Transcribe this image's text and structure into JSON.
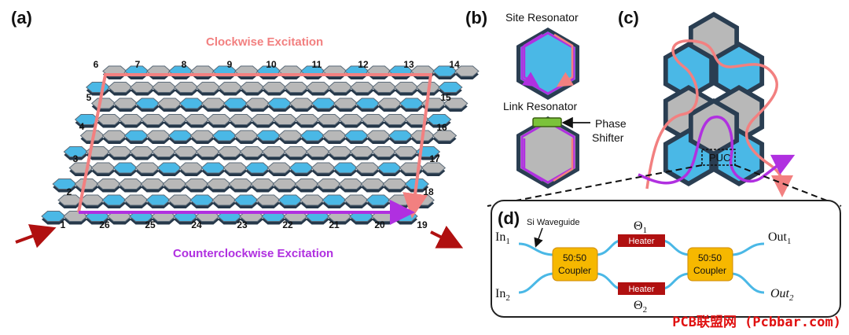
{
  "panels": {
    "a": "(a)",
    "b": "(b)",
    "c": "(c)",
    "d": "(d)"
  },
  "panel_a": {
    "clockwise_label": "Clockwise Excitation",
    "counterclockwise_label": "Counterclockwise Excitation",
    "site_numbers": [
      "1",
      "2",
      "3",
      "4",
      "5",
      "6",
      "7",
      "8",
      "9",
      "10",
      "11",
      "12",
      "13",
      "14",
      "15",
      "16",
      "17",
      "18",
      "19",
      "20",
      "21",
      "22",
      "23",
      "24",
      "25",
      "26"
    ],
    "colors": {
      "clockwise": "#f28080",
      "counterclockwise": "#b030e0",
      "site": "#4ab8e6",
      "link": "#b8b8b8",
      "input_arrow": "#b01010"
    }
  },
  "panel_b": {
    "site_title": "Site Resonator",
    "link_title": "Link Resonator",
    "phase_shifter_line1": "Phase",
    "phase_shifter_line2": "Shifter"
  },
  "panel_c": {
    "puc_label": "PUC"
  },
  "panel_d": {
    "waveguide_label": "Si Waveguide",
    "in1": "In",
    "in1_sub": "1",
    "in2": "In",
    "in2_sub": "2",
    "out1": "Out",
    "out1_sub": "1",
    "out2": "Out",
    "out2_sub": "2",
    "coupler_line1": "50:50",
    "coupler_line2": "Coupler",
    "heater_label": "Heater",
    "theta1": "Θ",
    "theta1_sub": "1",
    "theta2": "Θ",
    "theta2_sub": "2"
  },
  "watermark": "PCB联盟网 (Pcbbar.com)"
}
